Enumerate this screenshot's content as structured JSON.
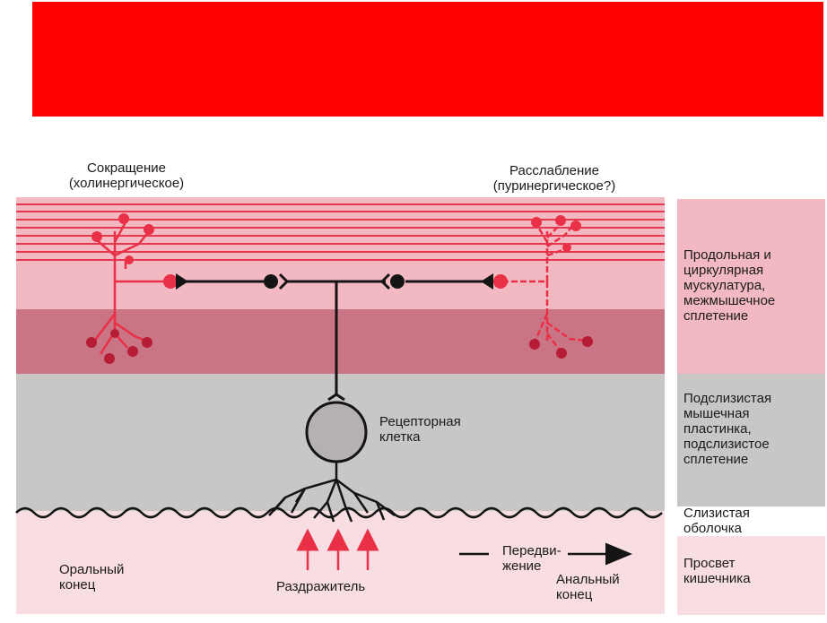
{
  "colors": {
    "banner": "#ff0000",
    "muscle_light": "#f3b9c2",
    "muscle_dark": "#c97585",
    "submucosa": "#c9c6c6",
    "mucosa": "#f8dde2",
    "neuron_red": "#ea3047",
    "neuron_dark_red": "#b71c35",
    "neuron_black": "#141414",
    "cell_fill": "#b5b1b1"
  },
  "labels": {
    "contraction": "Сокращение\n(холинергическое)",
    "relaxation": "Расслабление\n(пуринергическое?)",
    "receptor_cell": "Рецепторная\nклетка",
    "oral_end": "Оральный\nконец",
    "stimulus": "Раздражитель",
    "movement": "Передви-\nжение",
    "anal_end": "Анальный\nконец"
  },
  "layers": [
    {
      "label": "Продольная и\nциркулярная\nмускулатура,\nмежмышечное\nсплетение"
    },
    {
      "label": "Подслизистая\nмышечная\nпластинка,\nподслизистое\nсплетение"
    },
    {
      "label": "Слизистая\nоболочка"
    },
    {
      "label": "Просвет\nкишечника"
    }
  ]
}
